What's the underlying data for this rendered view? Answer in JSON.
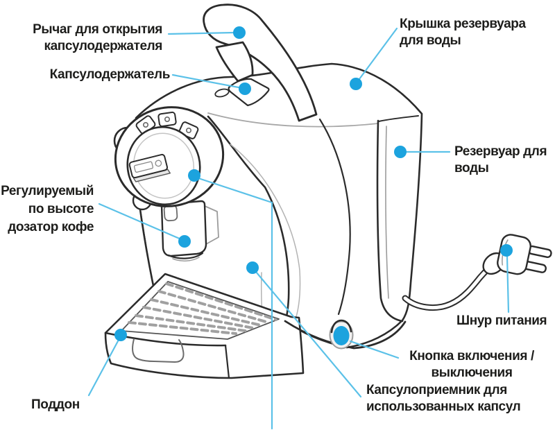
{
  "labels": {
    "lever_open": {
      "lines": [
        "Рычаг для открытия",
        "капсулодержателя"
      ]
    },
    "capsule_holder": {
      "lines": [
        "Капсулодержатель"
      ]
    },
    "tank_lid": {
      "lines": [
        "Крышка резервуара",
        "для воды"
      ]
    },
    "water_tank": {
      "lines": [
        "Резервуар для",
        "воды"
      ]
    },
    "dispenser": {
      "lines": [
        "Регулируемый",
        "по высоте",
        "дозатор кофе"
      ]
    },
    "power_cord": {
      "lines": [
        "Шнур питания"
      ]
    },
    "power_button": {
      "lines": [
        "Кнопка включения /",
        "выключения"
      ]
    },
    "capsule_bin": {
      "lines": [
        "Капсулоприемник для",
        "использованных капсул"
      ]
    },
    "drip_tray": {
      "lines": [
        "Поддон"
      ]
    }
  },
  "colors": {
    "callout_line": "#5bc1e8",
    "marker_dot": "#1ca3de",
    "text": "#1d1d1b",
    "line_art": "#2b2b2b",
    "detail_gray": "#9b9b9b"
  }
}
